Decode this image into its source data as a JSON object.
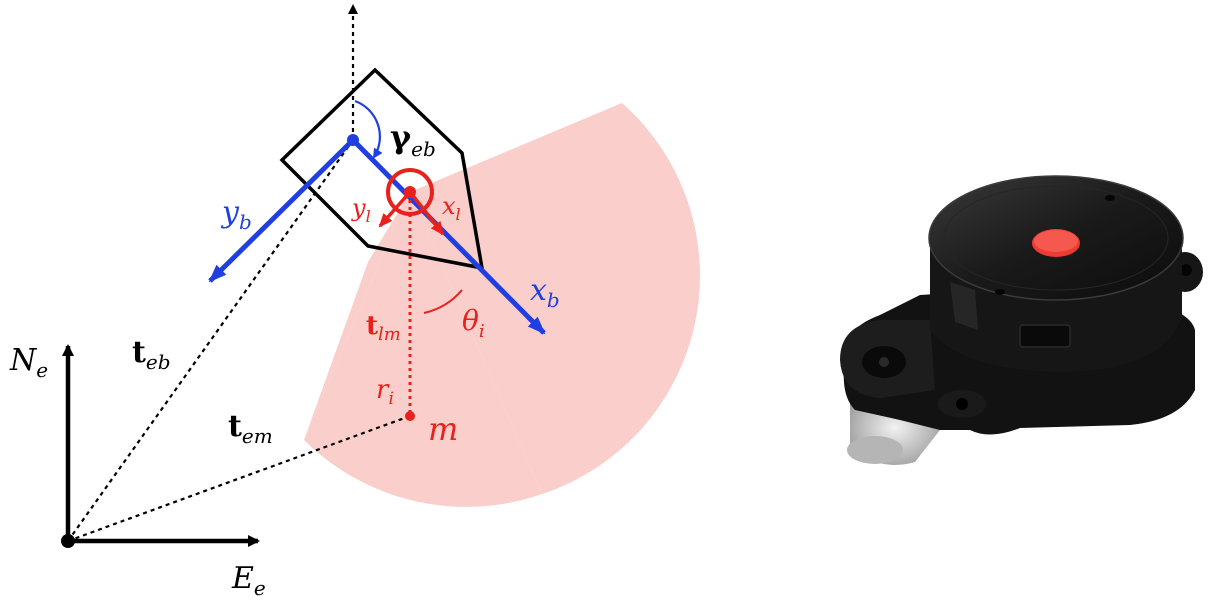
{
  "colors": {
    "frame_black": "#000000",
    "body_blue": "#1f3fe0",
    "lidar_red": "#e8211c",
    "scan_sector": "#f9c9c4",
    "device_body": "#141414",
    "device_button": "#ef3a32",
    "device_motor": "#c9c9c9"
  },
  "labels": {
    "north_axis": "N",
    "north_sub": "e",
    "east_axis": "E",
    "east_sub": "e",
    "t_eb_main": "t",
    "t_eb_sub": "eb",
    "t_em_main": "t",
    "t_em_sub": "em",
    "t_lm_main": "t",
    "t_lm_sub": "lm",
    "gamma_main": "γ",
    "gamma_sub": "eb",
    "y_b_main": "y",
    "y_b_sub": "b",
    "x_b_main": "x",
    "x_b_sub": "b",
    "y_l_main": "y",
    "y_l_sub": "l",
    "x_l_main": "x",
    "x_l_sub": "l",
    "theta_main": "θ",
    "theta_sub": "i",
    "r_main": "r",
    "r_sub": "i",
    "landmark": "m"
  },
  "icons": {
    "lidar_sensor": "lidar-device-photo"
  }
}
